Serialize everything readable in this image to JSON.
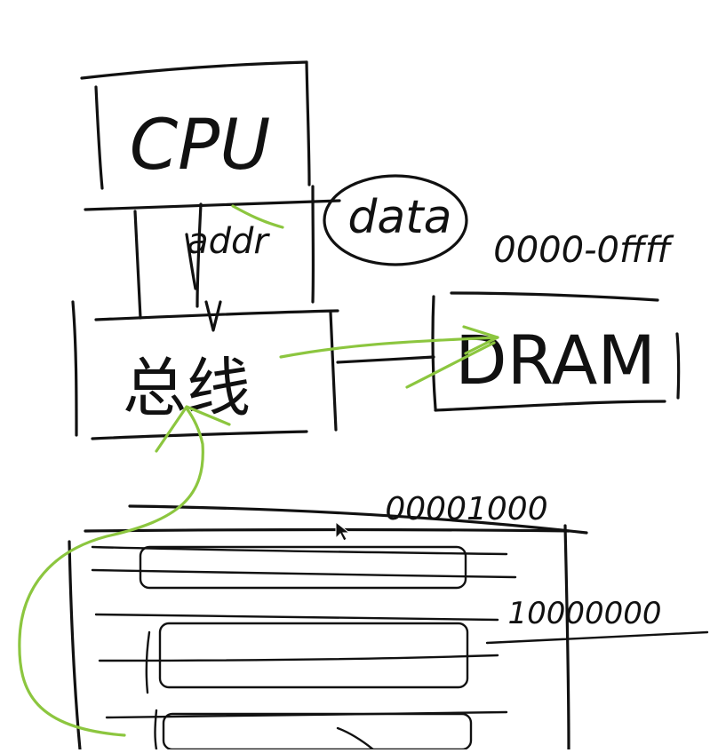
{
  "diagram": {
    "labels": {
      "cpu": "CPU",
      "addr": "addr",
      "data": "data",
      "bus": "总线",
      "dram": "DRAM",
      "addr_range": "0000-0ffff",
      "addr_high": "00001000",
      "addr_mid": "10000000"
    },
    "colors": {
      "ink": "#111111",
      "highlight": "#8cc63f",
      "background": "#ffffff"
    },
    "icons": {
      "cursor": "arrow-cursor-icon"
    }
  }
}
